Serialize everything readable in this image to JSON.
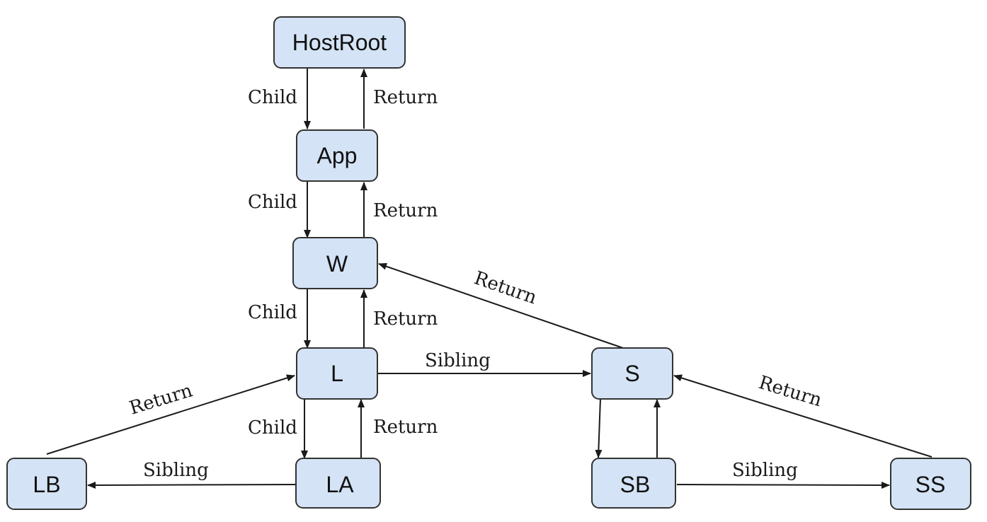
{
  "nodes": {
    "hostroot": "HostRoot",
    "app": "App",
    "w": "W",
    "l": "L",
    "s": "S",
    "lb": "LB",
    "la": "LA",
    "sb": "SB",
    "ss": "SS"
  },
  "edges": {
    "child": "Child",
    "return": "Return",
    "sibling": "Sibling"
  },
  "colors": {
    "node_fill": "#d4e3f5",
    "node_stroke": "#333333",
    "edge": "#1a1a1a"
  }
}
